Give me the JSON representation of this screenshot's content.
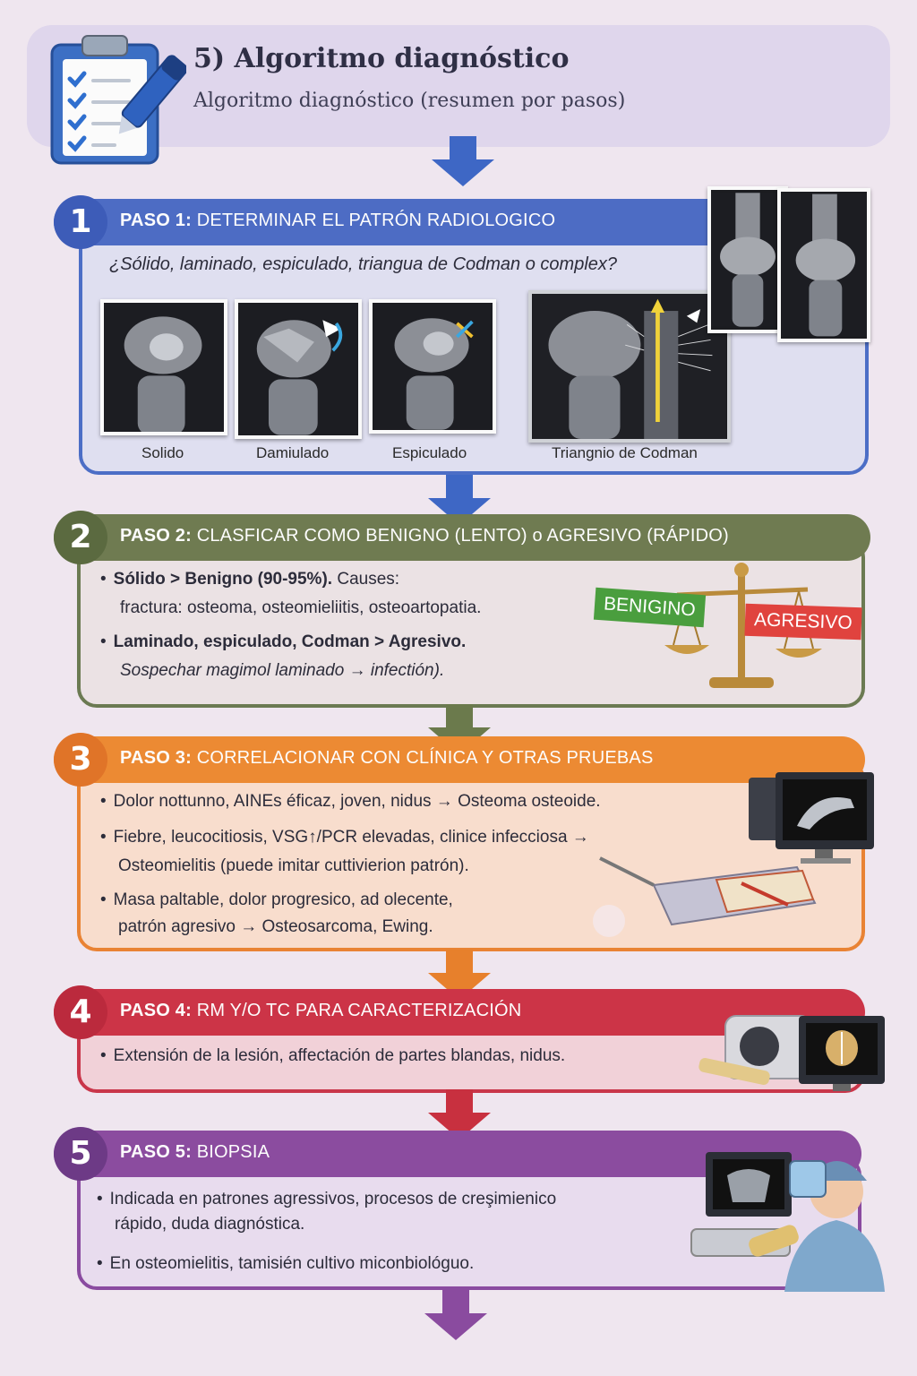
{
  "header": {
    "title": "5) Algoritmo diagnóstico",
    "subtitle": "Algoritmo diagnóstico (resumen por pasos)",
    "icon": "clipboard-checklist-icon"
  },
  "steps": [
    {
      "number": "1",
      "title_bold": "PASO 1:",
      "title_rest": " DETERMINAR EL PATRÓN RADIOLOGICO",
      "question": "¿Sólido, laminado, espiculado, triangua de Codman o complex?",
      "images": [
        {
          "label": "Solido"
        },
        {
          "label": "Damiulado"
        },
        {
          "label": "Espiculado"
        },
        {
          "label": "Triangnio de Codman"
        }
      ],
      "color": "#4d6cc4"
    },
    {
      "number": "2",
      "title_bold": "PASO 2:",
      "title_rest": " CLASFICAR COMO BENIGNO (LENTO) o AGRESIVO (RÁPIDO)",
      "lines": [
        {
          "bold": "Sólido > Benigno (90-95%).",
          "rest": " Causes:"
        },
        {
          "rest": "fractura: osteoma, osteomieliitis, osteoartopatia."
        },
        {
          "bold": "Laminado, espiculado, Codman > Agresivo."
        },
        {
          "rest": "Sospechar magimol laminado → infectión)."
        }
      ],
      "tag_benign": "BENIGINO",
      "tag_aggressive": "AGRESIVO",
      "color": "#6f7b51"
    },
    {
      "number": "3",
      "title_bold": "PASO 3:",
      "title_rest": " CORRELACIONAR CON CLÍNICA Y OTRAS PRUEBAS",
      "lines": [
        {
          "text": "Dolor nottunno, AINEs éficaz, joven, nidus → Osteoma osteoide."
        },
        {
          "text": "Fiebre, leucocitiosis, VSG↑/PCR elevadas, clinice infecciosa →"
        },
        {
          "text": "Osteomielitis (puede imitar cuttivierion patrón)."
        },
        {
          "text": "Masa paltable, dolor progresico, ad olecente,"
        },
        {
          "text": "patrón agresivo → Osteosarcoma, Ewing."
        }
      ],
      "color": "#ec8a33"
    },
    {
      "number": "4",
      "title_bold": "PASO 4:",
      "title_rest": " RM Y/O TC PARA CARACTERIZACIÓN",
      "lines": [
        {
          "text": "Extensión de la lesión, affectación de partes blandas, nidus."
        }
      ],
      "color": "#cc3447"
    },
    {
      "number": "5",
      "title_bold": "PASO 5:",
      "title_rest": " BIOPSIA",
      "lines": [
        {
          "text": "Indicada en patrones agressivos, procesos de creşimienico"
        },
        {
          "text": "rápido, duda diagnóstica."
        },
        {
          "text": "En osteomielitis, tamisién cultivo miconbiológuo."
        }
      ],
      "color": "#8b4c9f"
    }
  ]
}
